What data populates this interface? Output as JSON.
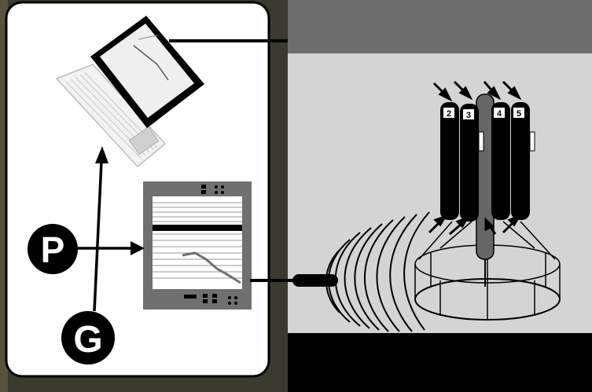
{
  "labels": {
    "p": "P",
    "g": "G",
    "buoys": [
      "2",
      "3",
      "4",
      "5"
    ]
  },
  "colors": {
    "outer_bg": "#3a3a32",
    "panel_bg": "#ffffff",
    "tank_top": "#6e6e6e",
    "water": "#d4d4d4",
    "tank_bottom": "#000000",
    "ink": "#000000",
    "recorder_frame": "#707070"
  },
  "icons": {
    "laptop": "laptop-icon",
    "recorder": "chart-recorder-icon",
    "transducer": "transducer-icon",
    "buoy_array": "buoy-array-icon",
    "cage": "net-cage-icon"
  }
}
